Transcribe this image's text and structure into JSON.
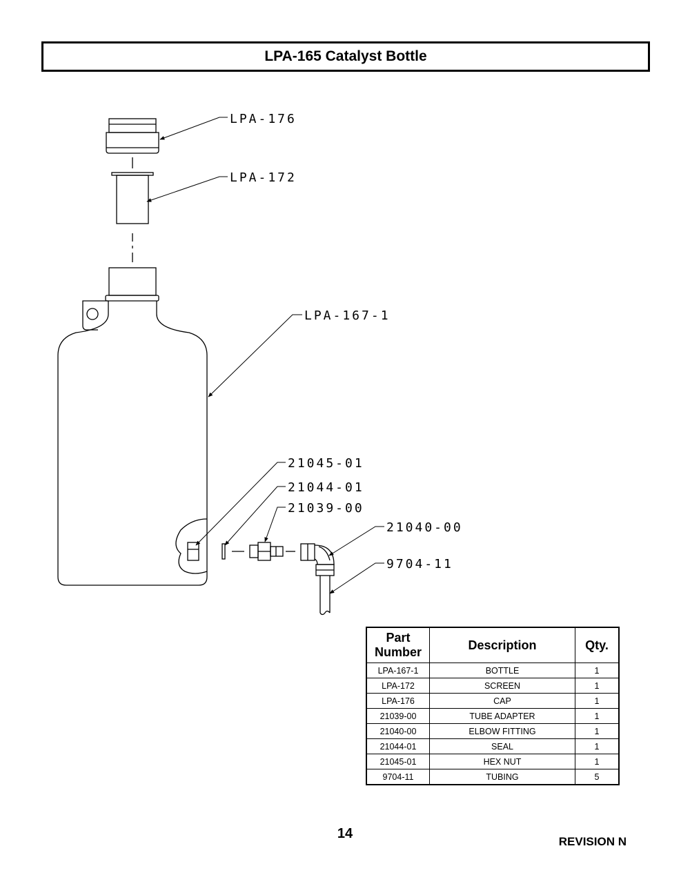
{
  "title": "LPA-165 Catalyst Bottle",
  "callouts": {
    "cap": "LPA-176",
    "screen": "LPA-172",
    "bottle": "LPA-167-1",
    "hex_nut": "21045-01",
    "seal": "21044-01",
    "tube_adapter": "21039-00",
    "elbow_fitting": "21040-00",
    "tubing": "9704-11"
  },
  "table": {
    "headers": {
      "part_number": "Part Number",
      "description": "Description",
      "qty": "Qty."
    },
    "rows": [
      {
        "part": "LPA-167-1",
        "description": "BOTTLE",
        "qty": "1"
      },
      {
        "part": "LPA-172",
        "description": "SCREEN",
        "qty": "1"
      },
      {
        "part": "LPA-176",
        "description": "CAP",
        "qty": "1"
      },
      {
        "part": "21039-00",
        "description": "TUBE ADAPTER",
        "qty": "1"
      },
      {
        "part": "21040-00",
        "description": "ELBOW FITTING",
        "qty": "1"
      },
      {
        "part": "21044-01",
        "description": "SEAL",
        "qty": "1"
      },
      {
        "part": "21045-01",
        "description": "HEX NUT",
        "qty": "1"
      },
      {
        "part": "9704-11",
        "description": "TUBING",
        "qty": "5"
      }
    ]
  },
  "page_number": "14",
  "revision": "REVISION N"
}
